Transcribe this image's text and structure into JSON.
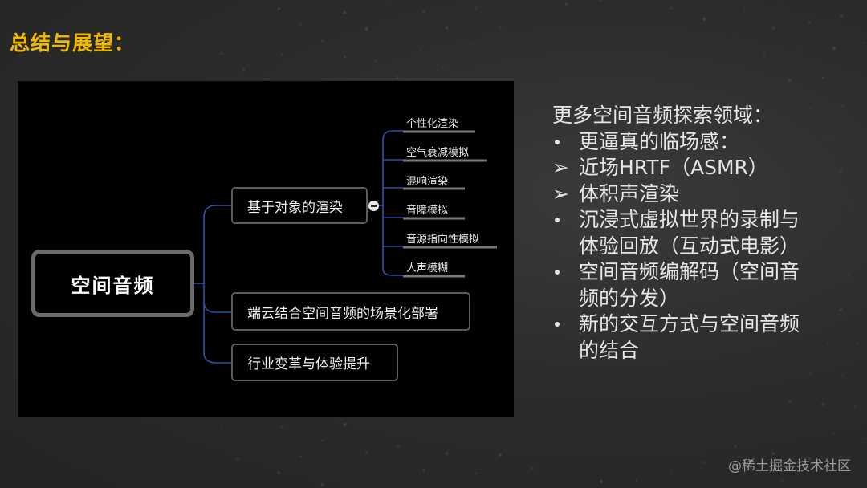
{
  "slide": {
    "title": "总结与展望："
  },
  "mindmap": {
    "root": "空间音频",
    "branches": [
      {
        "label": "基于对象的渲染",
        "children": [
          "个性化渲染",
          "空气衰减模拟",
          "混响渲染",
          "音障模拟",
          "音源指向性模拟",
          "人声模糊"
        ]
      },
      {
        "label": "端云结合空间音频的场景化部署"
      },
      {
        "label": "行业变革与体验提升"
      }
    ]
  },
  "notes": {
    "heading": "更多空间音频探索领域：",
    "items": [
      {
        "bullet": "dot",
        "text": "更逼真的临场感："
      },
      {
        "bullet": "arrow",
        "text": "近场HRTF（ASMR）"
      },
      {
        "bullet": "arrow",
        "text": "体积声渲染"
      },
      {
        "bullet": "dot",
        "text": "沉浸式虚拟世界的录制与体验回放（互动式电影）"
      },
      {
        "bullet": "dot",
        "text": "空间音频编解码（空间音频的分发）"
      },
      {
        "bullet": "dot",
        "text": "新的交互方式与空间音频的结合"
      }
    ]
  },
  "watermark": "@稀土掘金技术社区",
  "colors": {
    "title": "#f2b800",
    "connector": "#2f4fa8",
    "node_border": "#5b5b5b",
    "background": "#2c2c2c"
  }
}
